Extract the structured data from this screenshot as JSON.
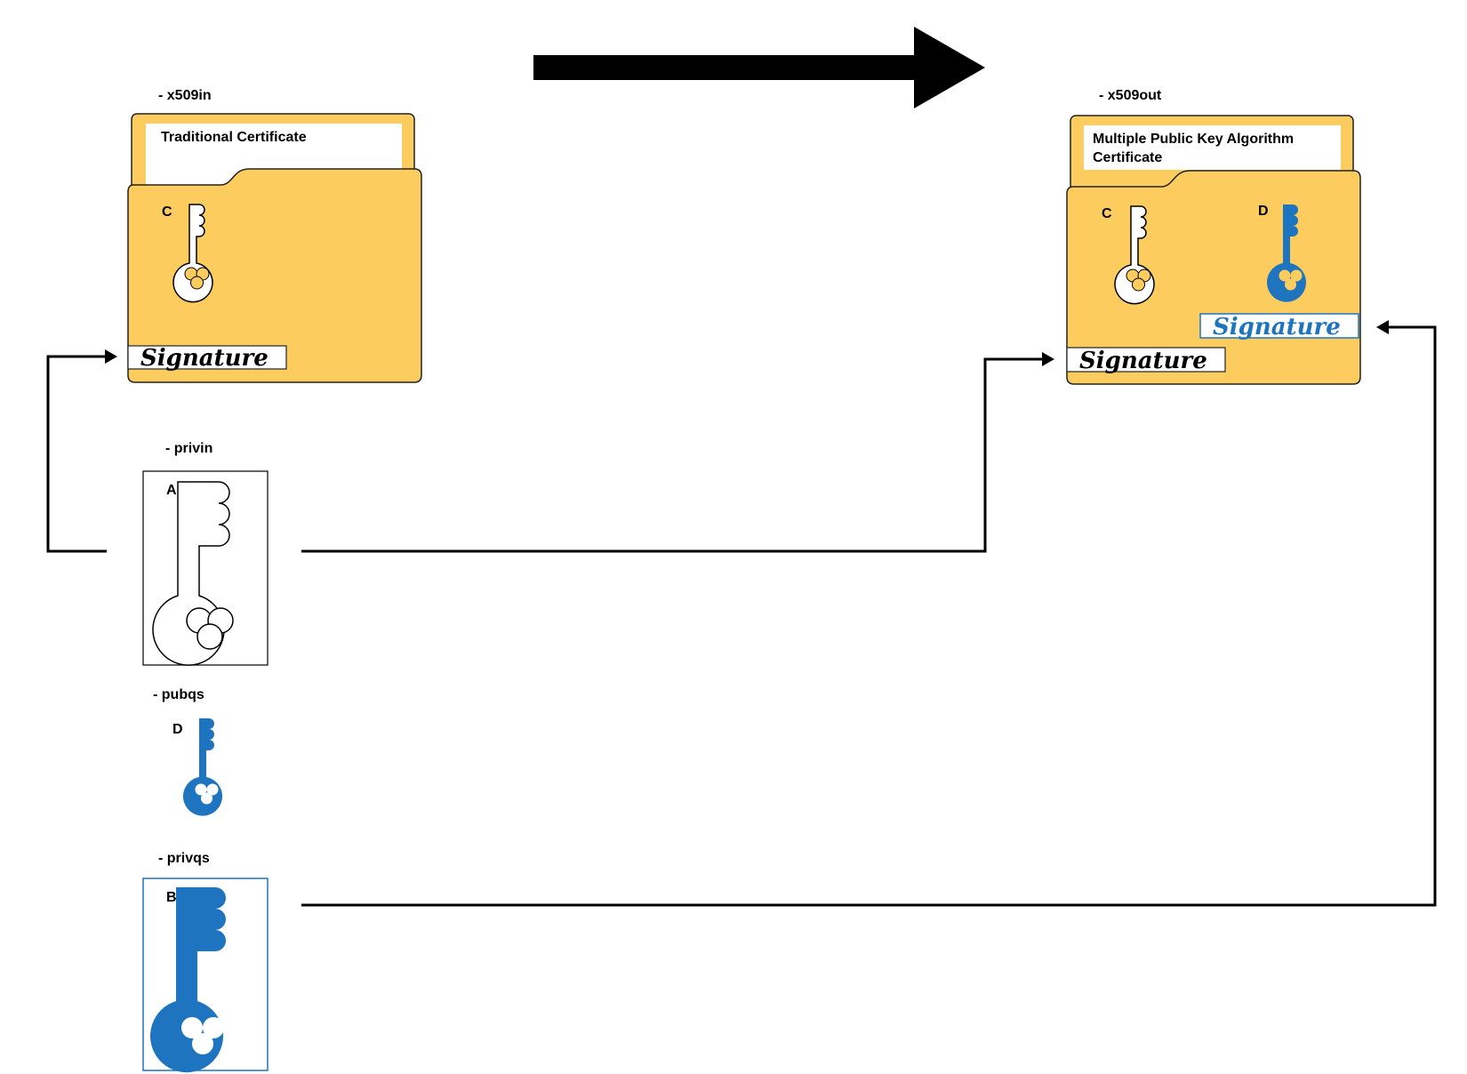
{
  "colors": {
    "folder_fill": "#FCCC5F",
    "folder_stroke": "#222222",
    "blue": "#1F74BF",
    "black": "#000000",
    "white": "#FFFFFF"
  },
  "inputs": {
    "x509in": {
      "label": "- x509in",
      "title": "Traditional Certificate",
      "key_letter": "C",
      "signature": "Signature"
    },
    "privin": {
      "label": "- privin",
      "key_letter": "A"
    },
    "pubqs": {
      "label": "- pubqs",
      "key_letter": "D"
    },
    "privqs": {
      "label": "- privqs",
      "key_letter": "B"
    }
  },
  "output": {
    "x509out": {
      "label": "- x509out",
      "title_line1": "Multiple Public Key Algorithm",
      "title_line2": "Certificate",
      "key_letter_classic": "C",
      "key_letter_alt": "D",
      "signature_classic": "Signature",
      "signature_alt": "Signature"
    }
  },
  "icons": {
    "transform_arrow": "right-arrow-icon",
    "classic_key": "outline-key-icon",
    "alt_key": "blue-key-icon"
  }
}
